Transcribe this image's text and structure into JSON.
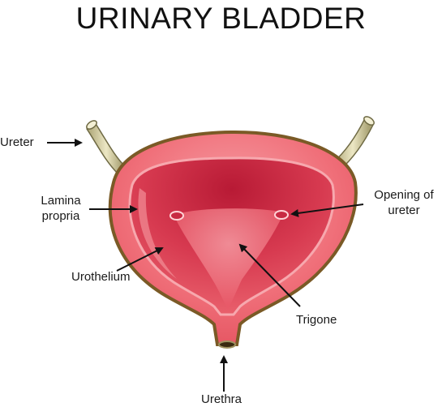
{
  "title": "URINARY BLADDER",
  "labels": {
    "ureter": "Ureter",
    "lamina_line1": "Lamina",
    "lamina_line2": "propria",
    "opening_line1": "Opening of",
    "opening_line2": "ureter",
    "urothelium": "Urothelium",
    "trigone": "Trigone",
    "urethra": "Urethra"
  },
  "colors": {
    "outer_wall": "#f06a74",
    "outline": "#7a5a26",
    "lumen": "#d2334a",
    "trigone": "#f07c88",
    "tube": "#dcd6a8",
    "arrow": "#111111"
  }
}
